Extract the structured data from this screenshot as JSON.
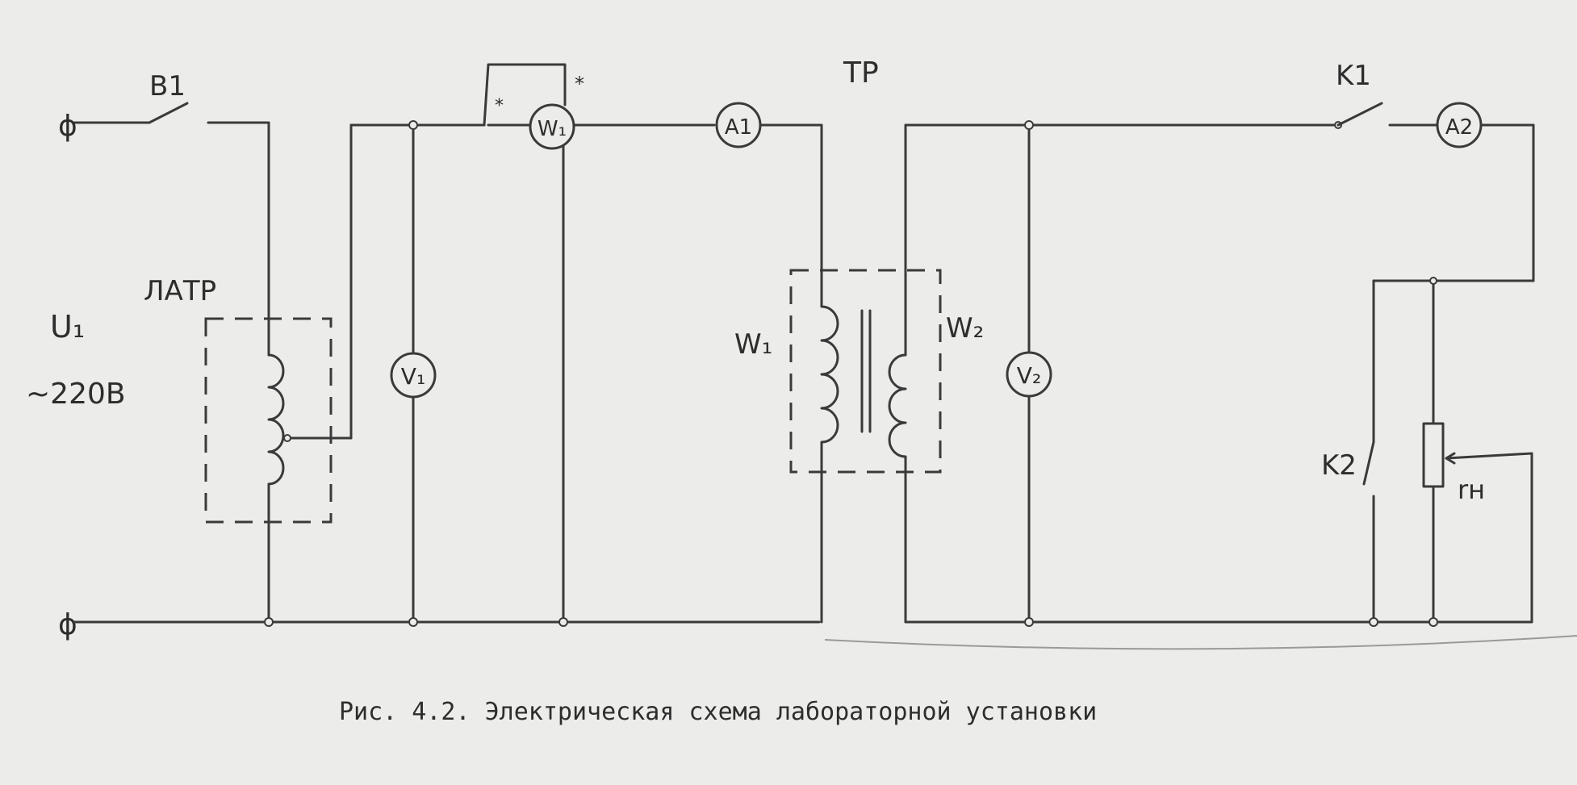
{
  "labels": {
    "switch_main": "B1",
    "transformer": "TP",
    "switch_k1": "K1",
    "switch_k2": "K2",
    "autotransformer": "ЛАТР",
    "supply_voltage": "U₁",
    "supply_value": "~220В",
    "winding_primary": "W₁",
    "winding_secondary": "W₂",
    "load_resistor": "rн",
    "terminal_symbol": "ϕ",
    "polarity_mark": "*"
  },
  "meters": {
    "voltmeter_1": "V₁",
    "wattmeter_1": "W₁",
    "ammeter_1": "A1",
    "voltmeter_2": "V₂",
    "ammeter_2": "A2"
  },
  "caption": "Рис. 4.2. Электрическая схема лабораторной установки"
}
